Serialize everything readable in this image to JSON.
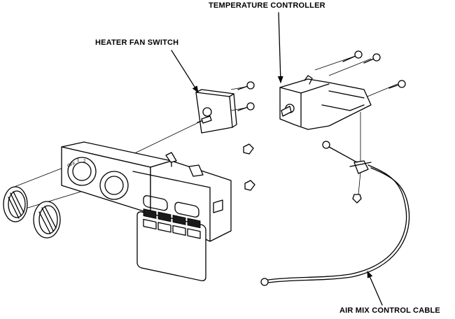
{
  "labels": {
    "temperature_controller": "TEMPERATURE CONTROLLER",
    "heater_fan_switch": "HEATER FAN SWITCH",
    "air_mix_control_cable": "AIR MIX CONTROL CABLE"
  },
  "panel_markings": {
    "off": "OFF",
    "one": "1",
    "two": "2"
  },
  "colors": {
    "ink": "#000000",
    "paper": "#ffffff"
  }
}
